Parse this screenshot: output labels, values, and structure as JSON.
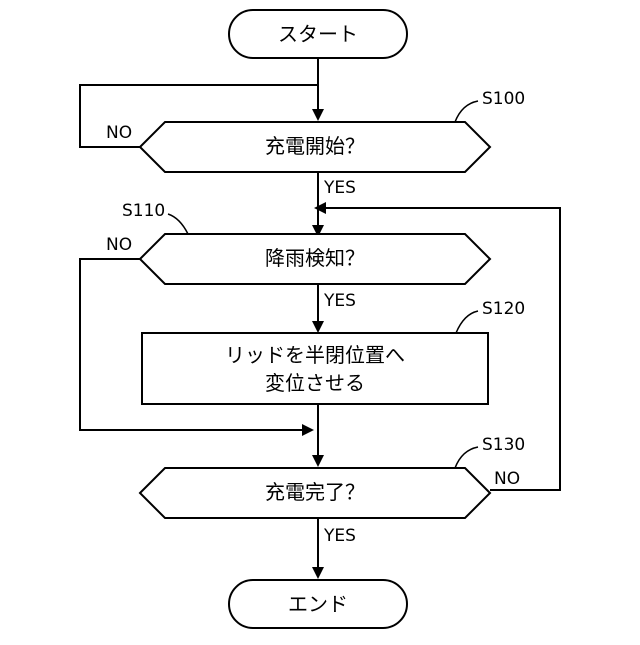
{
  "flowchart": {
    "start": "スタート",
    "end": "エンド",
    "steps": [
      {
        "id": "S100",
        "text": "充電開始？",
        "no": "NO",
        "yes": "YES"
      },
      {
        "id": "S110",
        "text": "降雨検知？",
        "no": "NO",
        "yes": "YES"
      },
      {
        "id": "S120",
        "lines": [
          "リッドを半閉位置へ",
          "変位させる"
        ]
      },
      {
        "id": "S130",
        "text": "充電完了？",
        "no": "NO",
        "yes": "YES"
      }
    ]
  }
}
